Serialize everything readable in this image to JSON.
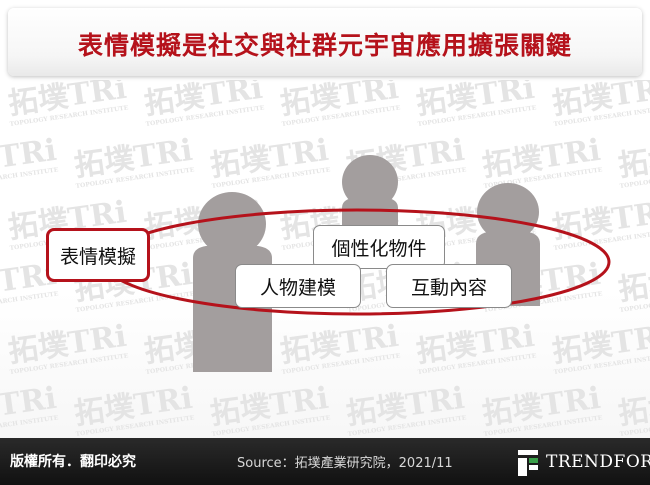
{
  "title": "表情模擬是社交與社群元宇宙應用擴張關鍵",
  "diagram": {
    "label": "表情模擬",
    "boxes": [
      "個性化物件",
      "人物建模",
      "互動內容"
    ]
  },
  "watermark": {
    "brand": "拓墣TRi",
    "sub": "TOPOLOGY RESEARCH INSTITUTE"
  },
  "footer": {
    "copyright": "版權所有．翻印必究",
    "source": "Source：拓墣產業研究院，2021/11",
    "logo_name": "TRENDFORCE"
  },
  "colors": {
    "accent": "#b5121b",
    "person": "#a39e9e",
    "footer_bg": "#161616"
  }
}
